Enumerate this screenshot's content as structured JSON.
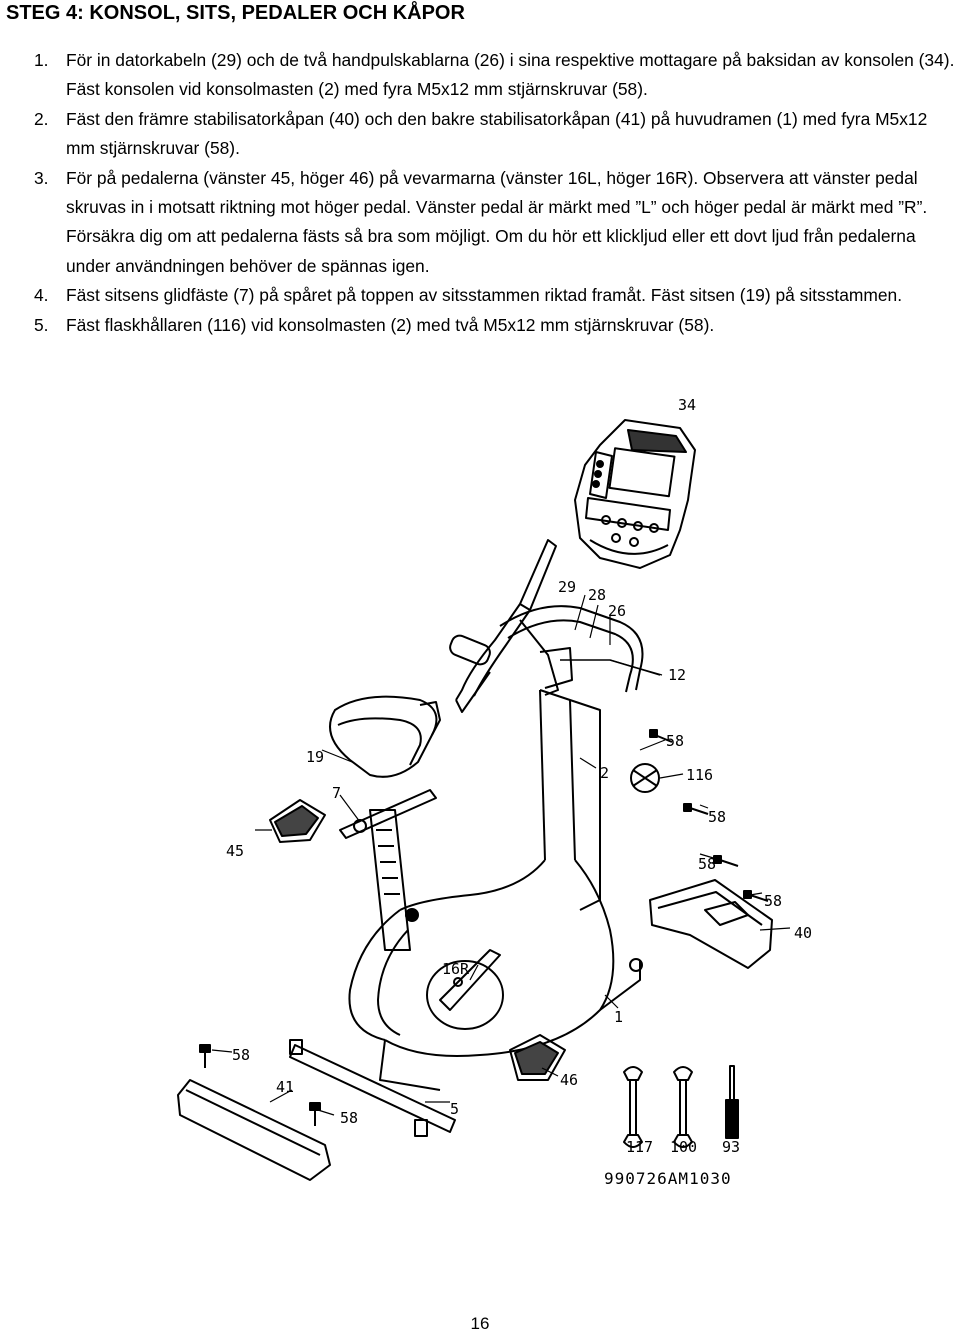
{
  "heading": "STEG 4: KONSOL, SITS, PEDALER OCH KÅPOR",
  "steps": [
    {
      "num": "1.",
      "text": "För in datorkabeln (29) och de två handpulskablarna (26) i sina respektive mottagare på baksidan av konsolen (34). Fäst konsolen vid konsolmasten (2) med fyra M5x12 mm stjärnskruvar (58)."
    },
    {
      "num": "2.",
      "text": "Fäst den främre stabilisatorkåpan (40) och den bakre stabilisatorkåpan (41) på huvudramen (1) med fyra M5x12 mm stjärnskruvar (58)."
    },
    {
      "num": "3.",
      "text": "För på pedalerna (vänster 45, höger 46) på vevarmarna (vänster 16L, höger 16R). Observera att vänster pedal skruvas in i motsatt riktning mot höger pedal. Vänster pedal är märkt med ”L” och höger pedal är märkt med ”R”. Försäkra dig om att pedalerna fästs så bra som möjligt. Om du hör ett klickljud eller ett dovt ljud från pedalerna under användningen behöver de spännas igen."
    },
    {
      "num": "4.",
      "text": "Fäst sitsens glidfäste (7) på spåret på toppen av sitsstammen riktad framåt. Fäst sitsen (19) på sitsstammen."
    },
    {
      "num": "5.",
      "text": "Fäst flaskhållaren (116) vid konsolmasten (2) med två M5x12 mm stjärnskruvar (58)."
    }
  ],
  "diagram": {
    "callouts": {
      "c34": "34",
      "c29": "29",
      "c28": "28",
      "c26": "26",
      "c12": "12",
      "c58a": "58",
      "c2": "2",
      "c116": "116",
      "c58b": "58",
      "c58c": "58",
      "c58d": "58",
      "c40": "40",
      "c19": "19",
      "c7": "7",
      "c45": "45",
      "c16r": "16R",
      "c1": "1",
      "c58e": "58",
      "c41": "41",
      "c58f": "58",
      "c5": "5",
      "c46": "46",
      "c117": "117",
      "c100": "100",
      "c93": "93"
    },
    "drawing_code": "990726AM1030"
  },
  "page_number": "16"
}
